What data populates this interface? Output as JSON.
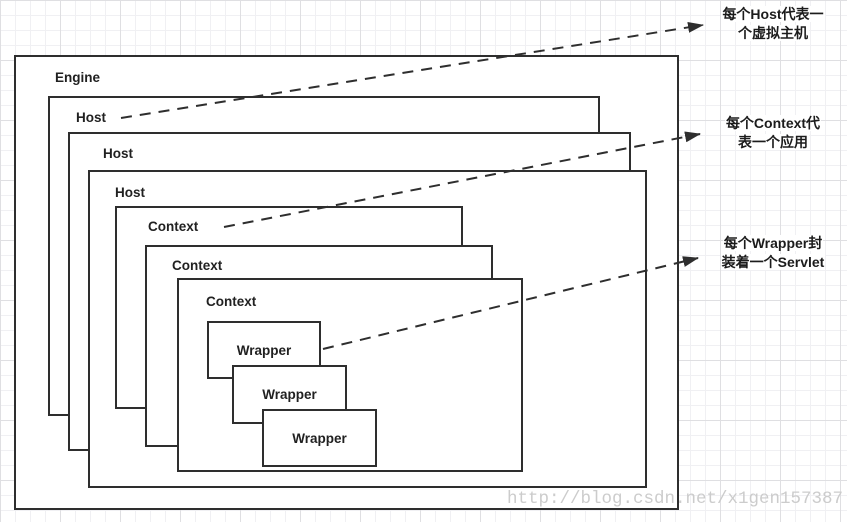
{
  "diagram": {
    "engine": {
      "label": "Engine"
    },
    "hosts": [
      {
        "label": "Host"
      },
      {
        "label": "Host"
      },
      {
        "label": "Host"
      }
    ],
    "contexts": [
      {
        "label": "Context"
      },
      {
        "label": "Context"
      },
      {
        "label": "Context"
      }
    ],
    "wrappers": [
      {
        "label": "Wrapper"
      },
      {
        "label": "Wrapper"
      },
      {
        "label": "Wrapper"
      }
    ]
  },
  "annotations": {
    "host": {
      "line1": "每个Host代表一",
      "line2": "个虚拟主机"
    },
    "context": {
      "line1": "每个Context代",
      "line2": "表一个应用"
    },
    "wrapper": {
      "line1": "每个Wrapper封",
      "line2": "装着一个Servlet"
    }
  },
  "watermark": {
    "text": "http://blog.csdn.net/x1gen157387"
  },
  "colors": {
    "border": "#2e2e2e",
    "label_text": "#212121",
    "annotation_text": "#1c1c1c",
    "arrow": "#2e2e2e",
    "watermark": "#cccccc",
    "background": "#ffffff",
    "grid_minor": "#f0f0f3",
    "grid_major": "#dfdfe2"
  }
}
